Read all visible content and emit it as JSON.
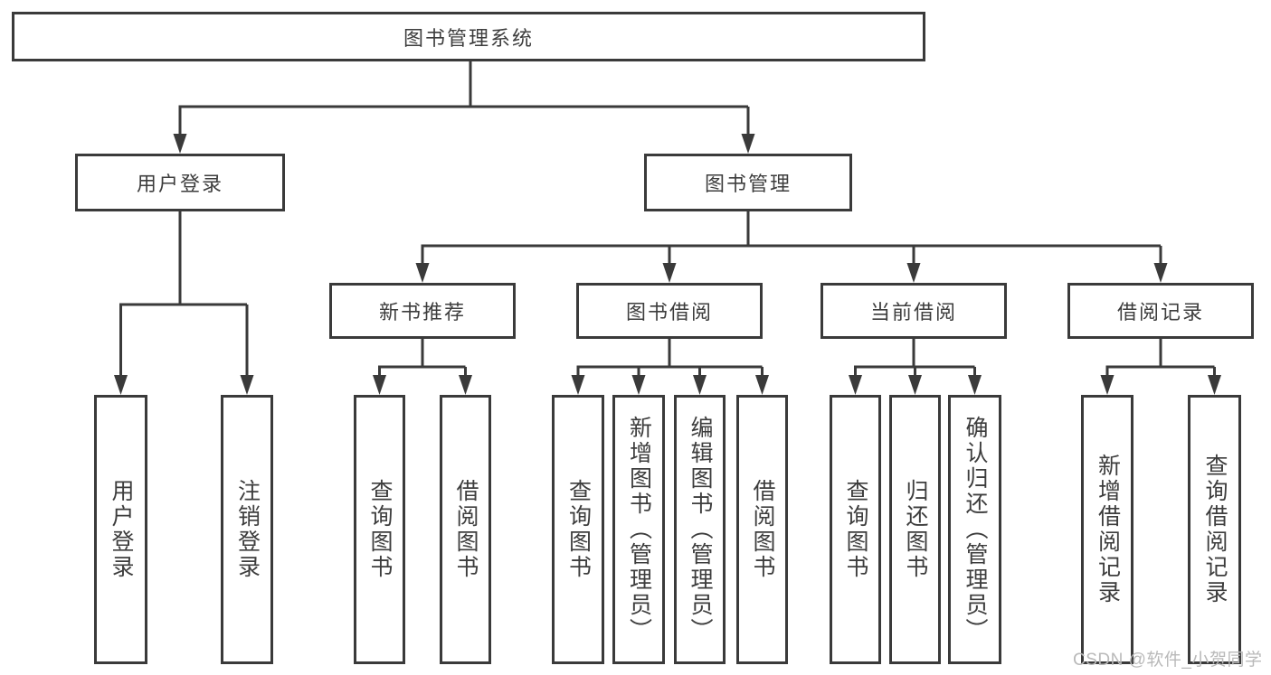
{
  "diagram": {
    "root": {
      "label": "图书管理系统",
      "children": [
        {
          "label": "用户登录",
          "children": [
            {
              "label": "用户登录"
            },
            {
              "label": "注销登录"
            }
          ]
        },
        {
          "label": "图书管理",
          "children": [
            {
              "label": "新书推荐",
              "children": [
                {
                  "label": "查询图书"
                },
                {
                  "label": "借阅图书"
                }
              ]
            },
            {
              "label": "图书借阅",
              "children": [
                {
                  "label": "查询图书"
                },
                {
                  "label": "新增图书（管理员）"
                },
                {
                  "label": "编辑图书（管理员）"
                },
                {
                  "label": "借阅图书"
                }
              ]
            },
            {
              "label": "当前借阅",
              "children": [
                {
                  "label": "查询图书"
                },
                {
                  "label": "归还图书"
                },
                {
                  "label": "确认归还（管理员）"
                }
              ]
            },
            {
              "label": "借阅记录",
              "children": [
                {
                  "label": "新增借阅记录"
                },
                {
                  "label": "查询借阅记录"
                }
              ]
            }
          ]
        }
      ]
    },
    "watermark": "CSDN @软件_小贺同学",
    "colors": {
      "line": "#3a3a3a",
      "text": "#3d3d3d",
      "watermark": "#b9b9b9",
      "background": "#ffffff"
    }
  }
}
